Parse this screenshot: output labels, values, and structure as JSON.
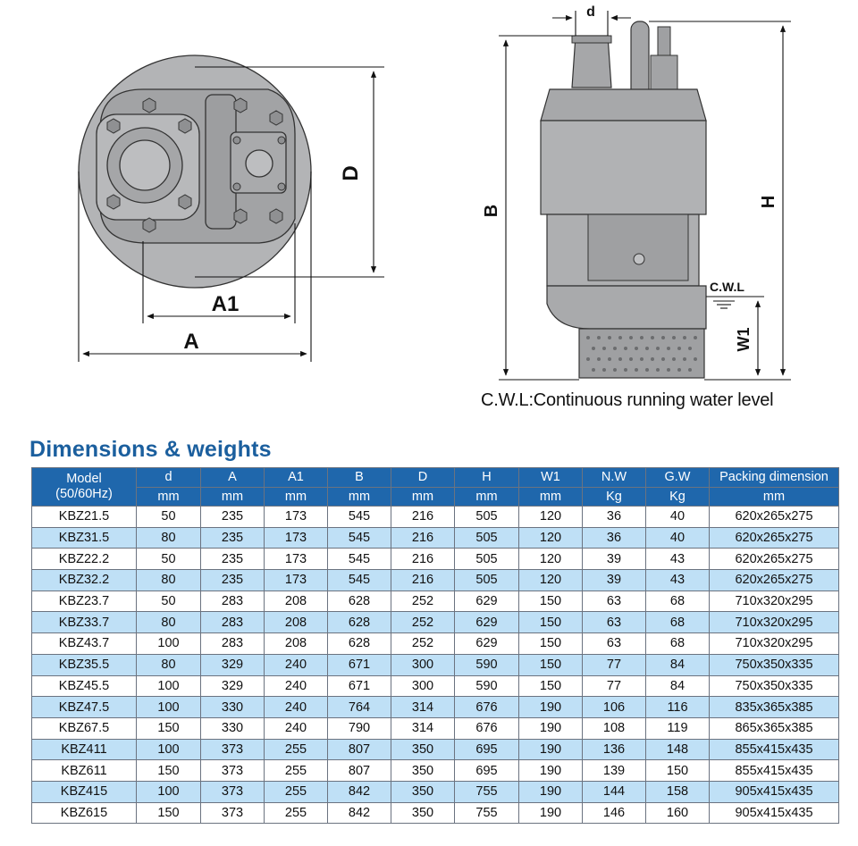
{
  "drawing": {
    "label_d": "d",
    "label_D": "D",
    "label_A1": "A1",
    "label_A": "A",
    "label_B": "B",
    "label_H": "H",
    "label_W1": "W1",
    "label_cwl": "C.W.L"
  },
  "note": "C.W.L:Continuous running water level",
  "title": "Dimensions & weights",
  "table": {
    "headers": [
      {
        "name": "Model",
        "unit": "(50/60Hz)"
      },
      {
        "name": "d",
        "unit": "mm"
      },
      {
        "name": "A",
        "unit": "mm"
      },
      {
        "name": "A1",
        "unit": "mm"
      },
      {
        "name": "B",
        "unit": "mm"
      },
      {
        "name": "D",
        "unit": "mm"
      },
      {
        "name": "H",
        "unit": "mm"
      },
      {
        "name": "W1",
        "unit": "mm"
      },
      {
        "name": "N.W",
        "unit": "Kg"
      },
      {
        "name": "G.W",
        "unit": "Kg"
      },
      {
        "name": "Packing dimension",
        "unit": "mm"
      }
    ],
    "rows": [
      [
        "KBZ21.5",
        "50",
        "235",
        "173",
        "545",
        "216",
        "505",
        "120",
        "36",
        "40",
        "620x265x275"
      ],
      [
        "KBZ31.5",
        "80",
        "235",
        "173",
        "545",
        "216",
        "505",
        "120",
        "36",
        "40",
        "620x265x275"
      ],
      [
        "KBZ22.2",
        "50",
        "235",
        "173",
        "545",
        "216",
        "505",
        "120",
        "39",
        "43",
        "620x265x275"
      ],
      [
        "KBZ32.2",
        "80",
        "235",
        "173",
        "545",
        "216",
        "505",
        "120",
        "39",
        "43",
        "620x265x275"
      ],
      [
        "KBZ23.7",
        "50",
        "283",
        "208",
        "628",
        "252",
        "629",
        "150",
        "63",
        "68",
        "710x320x295"
      ],
      [
        "KBZ33.7",
        "80",
        "283",
        "208",
        "628",
        "252",
        "629",
        "150",
        "63",
        "68",
        "710x320x295"
      ],
      [
        "KBZ43.7",
        "100",
        "283",
        "208",
        "628",
        "252",
        "629",
        "150",
        "63",
        "68",
        "710x320x295"
      ],
      [
        "KBZ35.5",
        "80",
        "329",
        "240",
        "671",
        "300",
        "590",
        "150",
        "77",
        "84",
        "750x350x335"
      ],
      [
        "KBZ45.5",
        "100",
        "329",
        "240",
        "671",
        "300",
        "590",
        "150",
        "77",
        "84",
        "750x350x335"
      ],
      [
        "KBZ47.5",
        "100",
        "330",
        "240",
        "764",
        "314",
        "676",
        "190",
        "106",
        "116",
        "835x365x385"
      ],
      [
        "KBZ67.5",
        "150",
        "330",
        "240",
        "790",
        "314",
        "676",
        "190",
        "108",
        "119",
        "865x365x385"
      ],
      [
        "KBZ411",
        "100",
        "373",
        "255",
        "807",
        "350",
        "695",
        "190",
        "136",
        "148",
        "855x415x435"
      ],
      [
        "KBZ611",
        "150",
        "373",
        "255",
        "807",
        "350",
        "695",
        "190",
        "139",
        "150",
        "855x415x435"
      ],
      [
        "KBZ415",
        "100",
        "373",
        "255",
        "842",
        "350",
        "755",
        "190",
        "144",
        "158",
        "905x415x435"
      ],
      [
        "KBZ615",
        "150",
        "373",
        "255",
        "842",
        "350",
        "755",
        "190",
        "146",
        "160",
        "905x415x435"
      ]
    ]
  },
  "colors": {
    "header_bg": "#1f67ac",
    "alt_row_bg": "#bfe0f6",
    "title": "#1b5f9e",
    "pump_body": "#a9aaac",
    "pump_dark": "#8a8b8d"
  }
}
